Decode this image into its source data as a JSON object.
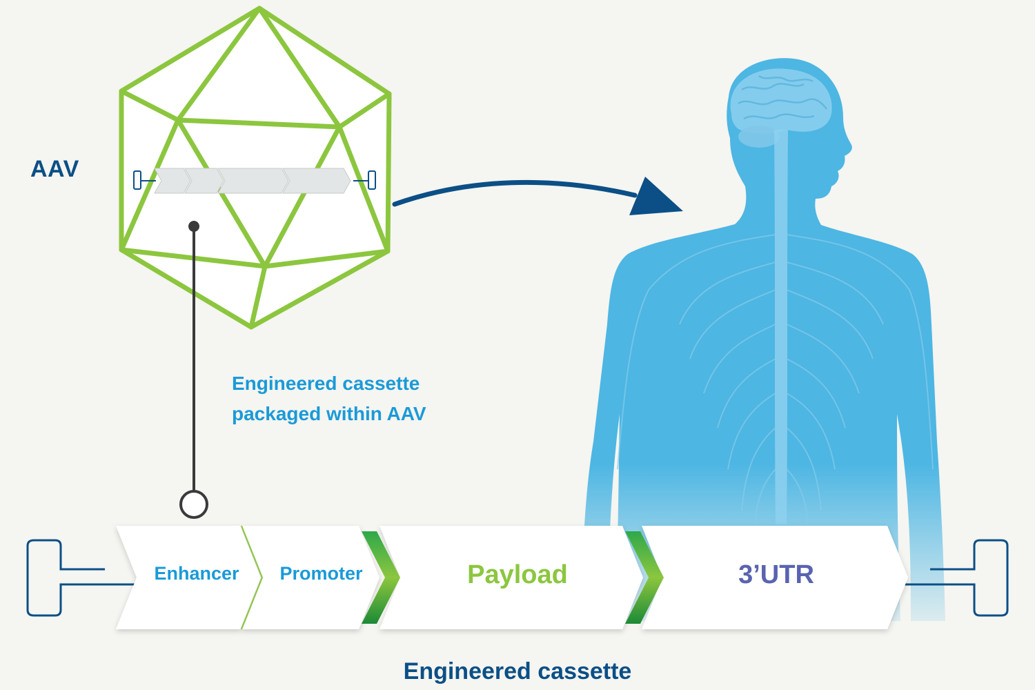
{
  "labels": {
    "aav": "AAV",
    "caption_line1": "Engineered cassette",
    "caption_line2": "packaged within AAV",
    "cassette_title": "Engineered cassette"
  },
  "segments": {
    "enhancer": "Enhancer",
    "promoter": "Promoter",
    "payload": "Payload",
    "utr": "3’UTR"
  },
  "colors": {
    "navy": "#0b4f86",
    "cyan": "#1a9ad8",
    "green": "#8cc63f",
    "dark_green": "#1c9a3a",
    "purple": "#5a63b0",
    "body_blue": "#4db6e3",
    "background": "#f5f5f1"
  }
}
